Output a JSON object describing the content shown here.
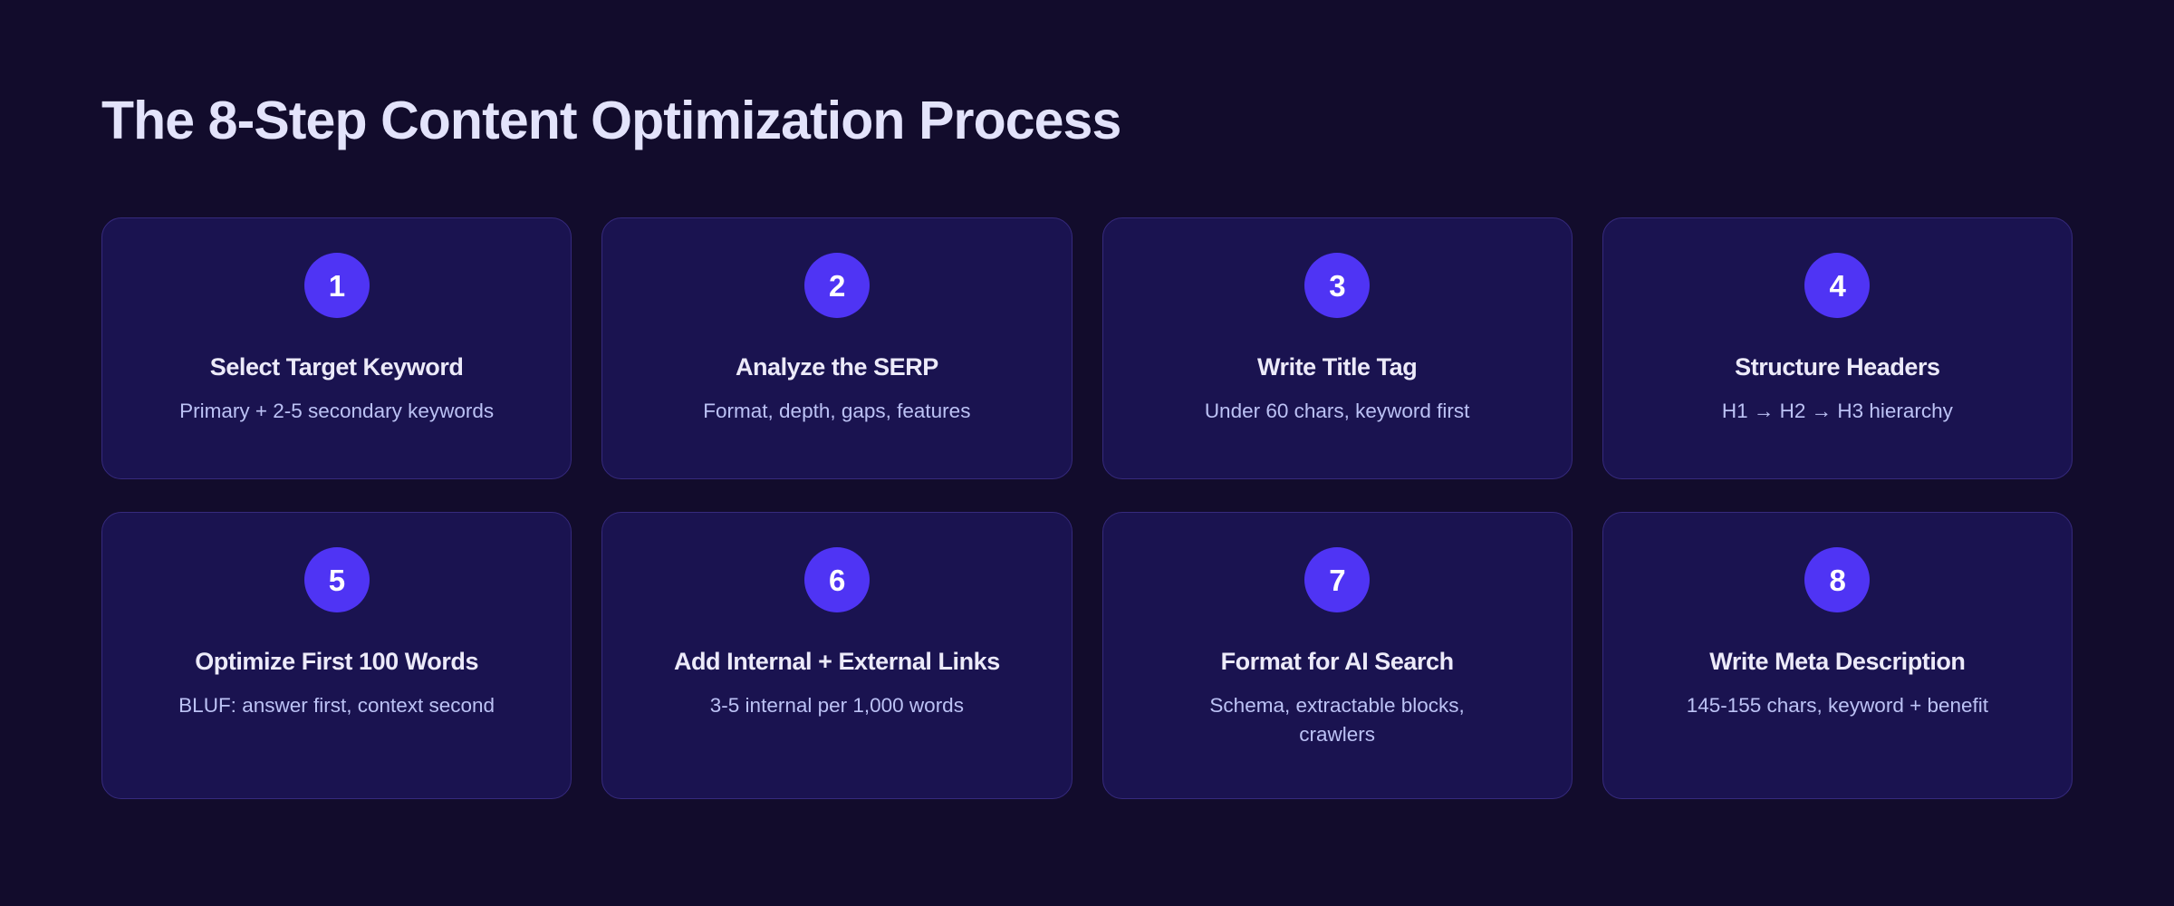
{
  "header": {
    "title": "The 8-Step Content Optimization Process"
  },
  "theme": {
    "page_background": "#120c2c",
    "card_background": "#1a1350",
    "card_border": "#362a7d",
    "badge_background": "#4f34f4",
    "badge_text": "#ffffff",
    "title_text": "#e3e3fb",
    "card_title_text": "#eceaf9",
    "card_desc_text": "#bcc2f5"
  },
  "steps": [
    {
      "number": "1",
      "title": "Select Target Keyword",
      "description": "Primary + 2-5 secondary keywords"
    },
    {
      "number": "2",
      "title": "Analyze the SERP",
      "description": "Format, depth, gaps, features"
    },
    {
      "number": "3",
      "title": "Write Title Tag",
      "description": "Under 60 chars, keyword first"
    },
    {
      "number": "4",
      "title": "Structure Headers",
      "description": "H1 → H2 → H3 hierarchy"
    },
    {
      "number": "5",
      "title": "Optimize First 100 Words",
      "description": "BLUF: answer first, context second"
    },
    {
      "number": "6",
      "title": "Add Internal + External Links",
      "description": "3-5 internal per 1,000 words"
    },
    {
      "number": "7",
      "title": "Format for AI Search",
      "description": "Schema, extractable blocks, crawlers"
    },
    {
      "number": "8",
      "title": "Write Meta Description",
      "description": "145-155 chars, keyword + benefit"
    }
  ]
}
